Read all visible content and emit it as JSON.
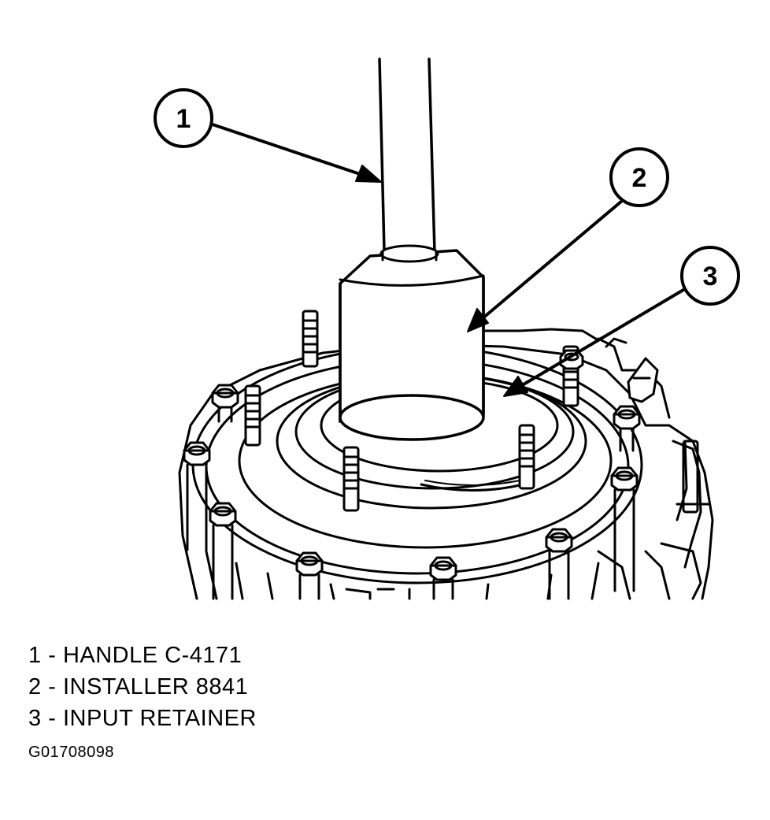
{
  "callouts": [
    {
      "number": "1",
      "target": "handle"
    },
    {
      "number": "2",
      "target": "installer"
    },
    {
      "number": "3",
      "target": "input-retainer"
    }
  ],
  "legend": [
    {
      "number": "1",
      "separator": "-",
      "text": "HANDLE C-4171"
    },
    {
      "number": "2",
      "separator": "-",
      "text": "INSTALLER 8841"
    },
    {
      "number": "3",
      "separator": "-",
      "text": "INPUT RETAINER"
    }
  ],
  "figure_id": "G01708098",
  "colors": {
    "ink": "#000000",
    "paper": "#ffffff"
  }
}
